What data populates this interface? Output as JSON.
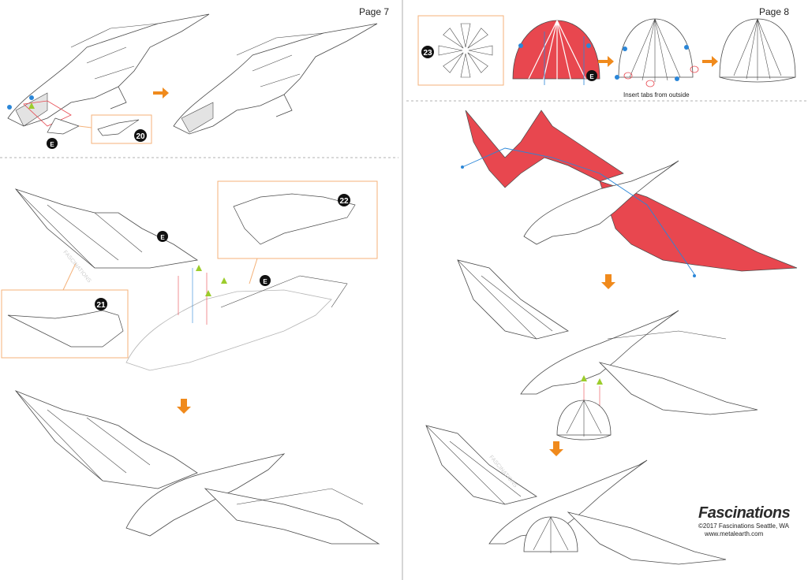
{
  "pages": {
    "left_label": "Page 7",
    "right_label": "Page 8"
  },
  "parts": {
    "p20": "20",
    "p21": "21",
    "p22": "22",
    "p23": "23"
  },
  "tool_marker": "E",
  "watermark": "FASCINATIONS",
  "instruction": "Insert tabs from outside",
  "brand": {
    "name": "Fascinations",
    "copyright": "©2017 Fascinations Seattle, WA",
    "url": "www.metalearth.com"
  },
  "colors": {
    "accent_red": "#e8474f",
    "arrow_orange": "#f08a1c",
    "frame_orange": "#f4b27a",
    "tab_blue": "#2a86d8",
    "tab_green": "#9ccc2c",
    "line": "#4a4a4a"
  }
}
